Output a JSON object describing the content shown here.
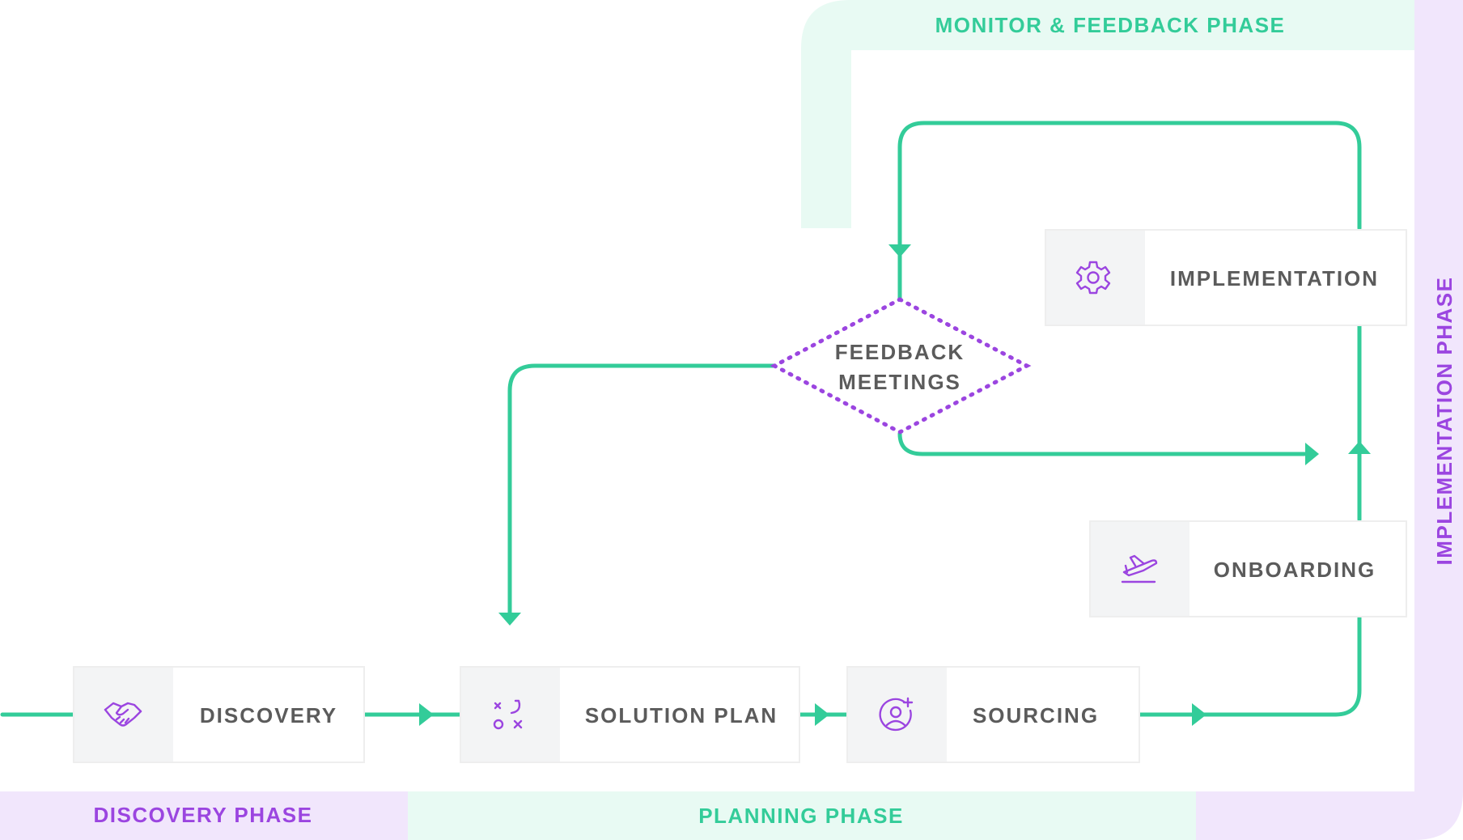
{
  "phases": {
    "monitor": "MONITOR & FEEDBACK PHASE",
    "implementation": "IMPLEMENTATION PHASE",
    "discovery": "DISCOVERY PHASE",
    "planning": "PLANNING PHASE"
  },
  "nodes": {
    "discovery": {
      "label": "DISCOVERY",
      "icon": "handshake-icon"
    },
    "solution_plan": {
      "label": "SOLUTION PLAN",
      "icon": "strategy-icon"
    },
    "sourcing": {
      "label": "SOURCING",
      "icon": "add-user-icon"
    },
    "onboarding": {
      "label": "ONBOARDING",
      "icon": "airplane-takeoff-icon"
    },
    "implementation": {
      "label": "IMPLEMENTATION",
      "icon": "gear-icon"
    }
  },
  "decision": {
    "line1": "FEEDBACK",
    "line2": "MEETINGS"
  },
  "colors": {
    "flow": "#33cc99",
    "accent": "#9b45e0",
    "green_band": "#e8faf3",
    "purple_band": "#f1e6fc",
    "icon_cell": "#f3f4f5",
    "label_text": "#5b5b5b"
  }
}
